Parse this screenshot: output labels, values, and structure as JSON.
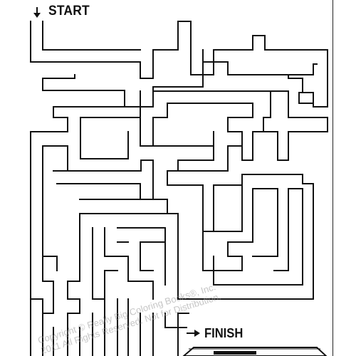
{
  "maze": {
    "start_label": "START",
    "finish_label": "FINISH",
    "start_arrow_icon": "arrow-down-icon",
    "finish_arrow_icon": "arrow-right-icon",
    "goal_icon": "pencil-tray-icon"
  },
  "watermark": {
    "line1": "Copyright © Really Big Coloring Books®, Inc.",
    "line2": "2011 All Rights Reserved. Not for Distribution."
  },
  "colors": {
    "ink": "#111111",
    "paper": "#ffffff",
    "watermark": "#969696"
  }
}
